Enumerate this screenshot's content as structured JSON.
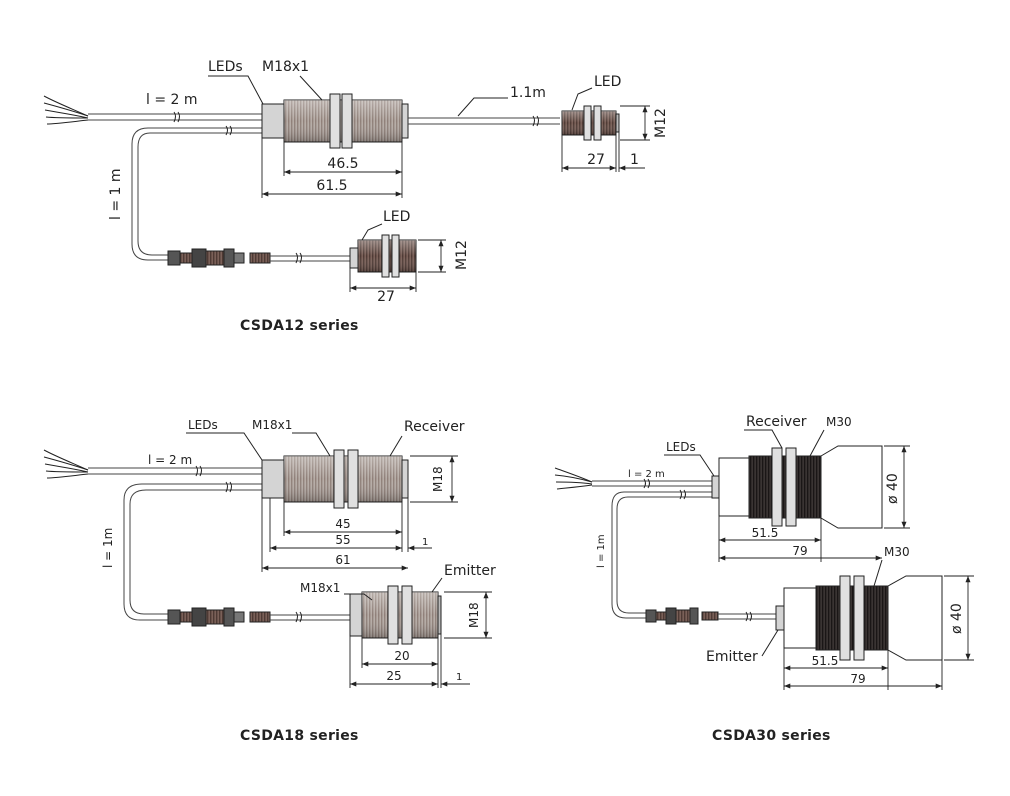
{
  "colors": {
    "line": "#222222",
    "thread_light": "#b6aca6",
    "thread_mid": "#8f8079",
    "thread_dark": "#6a5048",
    "black_thread": "#2a2524",
    "nut": "#e0e0e0",
    "cap": "#d4d4d4"
  },
  "csda12": {
    "caption": "CSDA12 series",
    "leds": "LEDs",
    "thread": "M18x1",
    "cable_main": "l = 2 m",
    "cable_side": "l = 1 m",
    "cable_right": "1.1m",
    "dim_46": "46.5",
    "dim_61": "61.5",
    "right_led": "LED",
    "right_size": "M12",
    "right_len": "27",
    "right_gap": "1",
    "bottom_led": "LED",
    "bottom_size": "M12",
    "bottom_len": "27"
  },
  "csda18": {
    "caption": "CSDA18 series",
    "leds": "LEDs",
    "thread": "M18x1",
    "receiver": "Receiver",
    "cable_main": "l = 2 m",
    "cable_side": "l = 1m",
    "size": "M18",
    "dim_45": "45",
    "dim_55": "55",
    "dim_61": "61",
    "dim_1": "1",
    "emitter": "Emitter",
    "emitter_thread": "M18x1",
    "emitter_size": "M18",
    "emitter_20": "20",
    "emitter_25": "25",
    "emitter_1": "1"
  },
  "csda30": {
    "caption": "CSDA30 series",
    "leds": "LEDs",
    "receiver": "Receiver",
    "thread": "M30",
    "cable_main": "l = 2 m",
    "cable_side": "l = 1m",
    "dia": "ø 40",
    "dim_515": "51.5",
    "dim_79": "79",
    "emitter": "Emitter",
    "emitter_thread": "M30",
    "emitter_dia": "ø 40",
    "emitter_515": "51.5",
    "emitter_79": "79"
  }
}
